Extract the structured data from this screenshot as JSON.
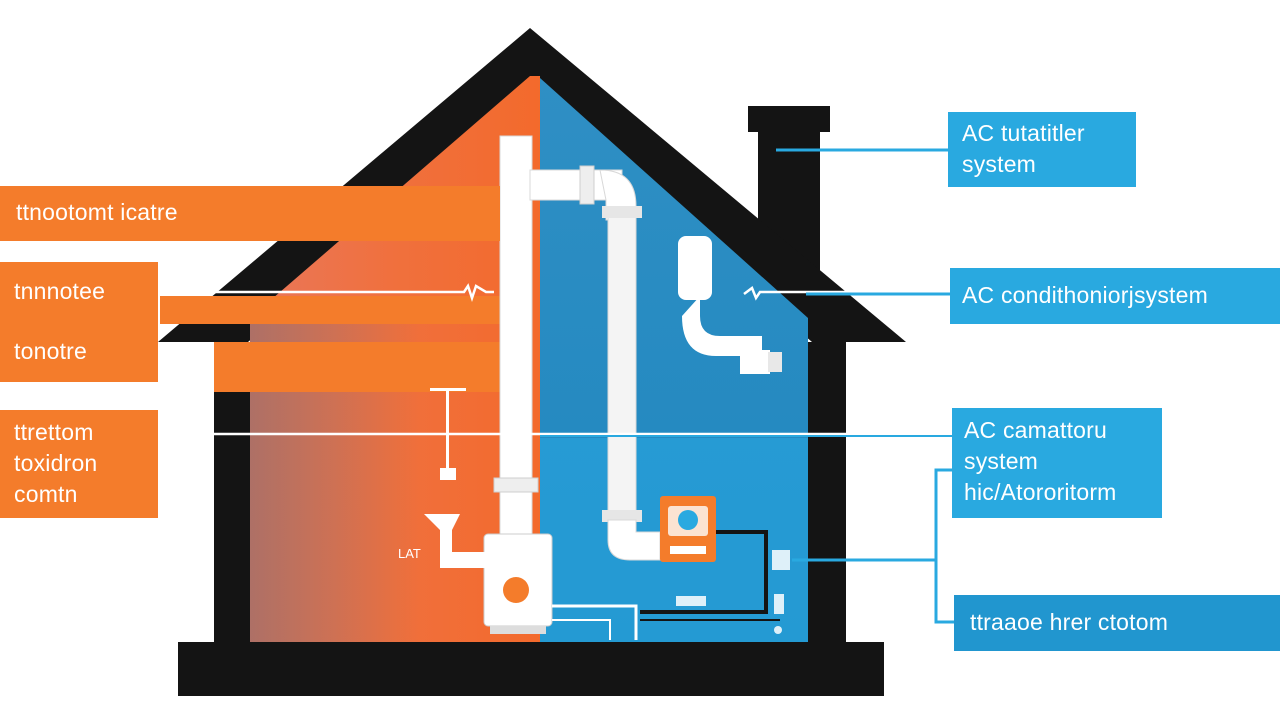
{
  "colors": {
    "warm": "#f47c2b",
    "warm_deep": "#f2652a",
    "cool": "#29a9e0",
    "cool_deep": "#1b7fb5",
    "structure": "#141414",
    "pipe": "#ffffff",
    "connector": "#29a9e0"
  },
  "left_labels": [
    {
      "lines": [
        "ttnootomt icatre"
      ]
    },
    {
      "lines": [
        "tnnnotee"
      ]
    },
    {
      "lines": [
        "tonotre"
      ]
    },
    {
      "lines": [
        "ttrettom",
        "toxidron",
        "comtn"
      ]
    }
  ],
  "right_labels": [
    {
      "lines": [
        "AC tutatitler",
        "system"
      ]
    },
    {
      "lines": [
        "AC condithoniorjsystem"
      ]
    },
    {
      "lines": [
        "AC camattoru",
        "system",
        "hic/Atororitorm"
      ]
    },
    {
      "lines": [
        "ttraaoe hrer ctotom"
      ]
    }
  ],
  "small_labels": {
    "lat": "LAT"
  }
}
